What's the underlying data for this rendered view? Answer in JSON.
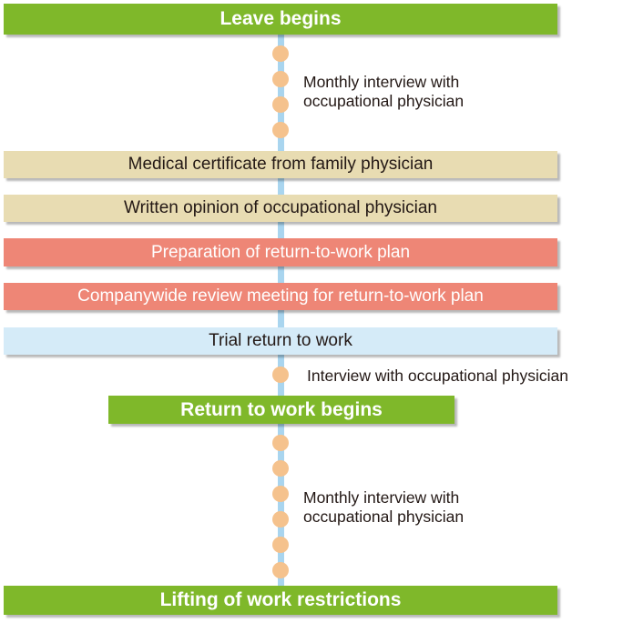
{
  "diagram": {
    "stages": {
      "leave_begins": "Leave begins",
      "medical_certificate": "Medical certificate from family physician",
      "written_opinion": "Written opinion of occupational physician",
      "preparation_plan": "Preparation of return-to-work plan",
      "review_meeting": "Companywide review meeting for return-to-work plan",
      "trial_return": "Trial return to work",
      "return_begins": "Return to work begins",
      "lifting_restrictions": "Lifting of work restrictions"
    },
    "notes": {
      "monthly_interview_1_line1": "Monthly interview with",
      "monthly_interview_1_line2": "occupational physician",
      "interview_after_trial": "Interview with occupational physician",
      "monthly_interview_2_line1": "Monthly interview with",
      "monthly_interview_2_line2": "occupational physician"
    },
    "colors": {
      "milestone_green": "#7fb82a",
      "document_tan": "#e8dcb2",
      "planning_salmon": "#ee8676",
      "trial_light_blue": "#d5ebf8",
      "timeline_blue": "#a9d5ef",
      "interview_dot_orange": "#f5c28d"
    }
  }
}
